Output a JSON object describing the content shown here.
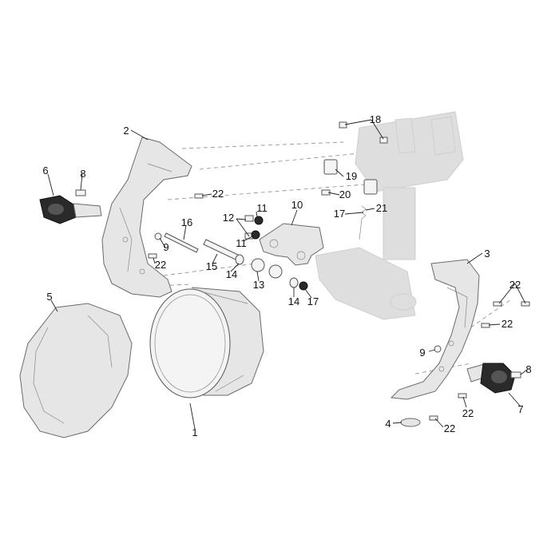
{
  "diagram": {
    "colors": {
      "background": "#ffffff",
      "part_outline": "#555555",
      "part_fill": "#f4f4f4",
      "dark_part": "#2a2a2a",
      "ghost_part": "#dedede",
      "label_text": "#111111"
    },
    "callouts": {
      "c1": "1",
      "c2": "2",
      "c3": "3",
      "c4": "4",
      "c5": "5",
      "c6": "6",
      "c7": "7",
      "c8a": "8",
      "c8b": "8",
      "c9a": "9",
      "c9b": "9",
      "c10": "10",
      "c11a": "11",
      "c11b": "11",
      "c12": "12",
      "c13": "13",
      "c14a": "14",
      "c14b": "14",
      "c15": "15",
      "c16": "16",
      "c17a": "17",
      "c17b": "17",
      "c18": "18",
      "c19": "19",
      "c20": "20",
      "c21": "21",
      "c22a": "22",
      "c22b": "22",
      "c22c": "22",
      "c22d": "22",
      "c22e": "22",
      "c22f": "22"
    }
  }
}
